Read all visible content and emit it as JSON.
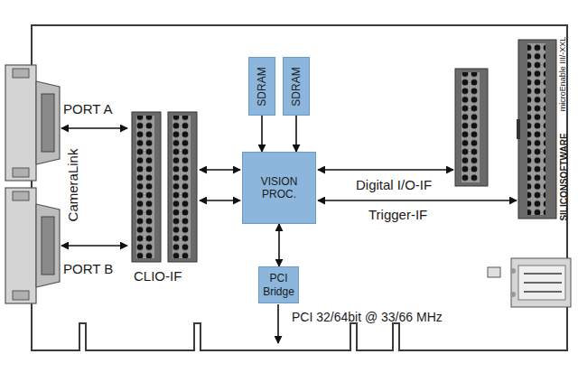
{
  "diagram": {
    "nodes": [
      {
        "text": [
          "SDRAM"
        ]
      },
      {
        "text": [
          "SDRAM"
        ]
      },
      {
        "text": [
          "VISION PROC."
        ]
      },
      {
        "text": [
          "PCI Bridge"
        ]
      }
    ],
    "edges": [
      {
        "from": 0,
        "to": 2,
        "arrow": "to"
      },
      {
        "from": 1,
        "to": 2,
        "arrow": "to"
      },
      {
        "from": 2,
        "to": 3,
        "arrow": "both"
      }
    ],
    "labels": [
      "PORT A",
      "CameraLink",
      "PORT B",
      "CLIO-IF",
      "Digital I/O-IF",
      "Trigger-IF",
      "PCI 32/64bit @ 33/66 MHz",
      "microEnable III/-XXL",
      "SILICONSOFTWARE"
    ]
  }
}
